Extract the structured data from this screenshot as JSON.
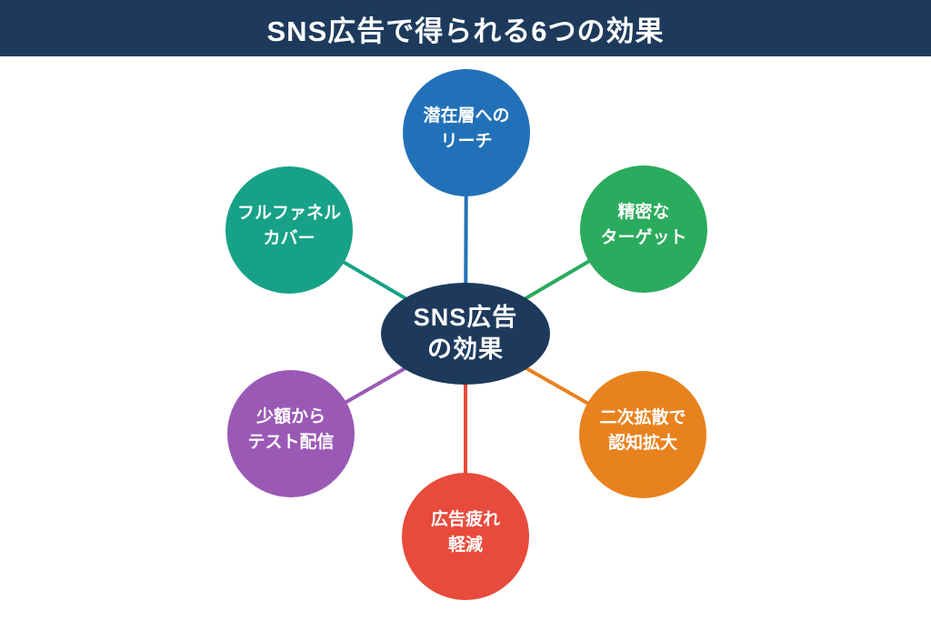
{
  "header": {
    "title": "SNS広告で得られる6つの効果",
    "bg_color": "#1d3a5c",
    "text_color": "#ffffff"
  },
  "center": {
    "label": "SNS広告\nの効果",
    "color": "#1d3a5c",
    "text_color": "#ffffff"
  },
  "nodes": [
    {
      "id": "reach",
      "label": "潜在層への\nリーチ",
      "color": "#2271b8",
      "position": "top"
    },
    {
      "id": "target",
      "label": "精密な\nターゲット",
      "color": "#2bab5d",
      "position": "top-right"
    },
    {
      "id": "viral",
      "label": "二次拡散で\n認知拡大",
      "color": "#e8821e",
      "position": "bottom-right"
    },
    {
      "id": "fatigue",
      "label": "広告疲れ\n軽減",
      "color": "#e84b3c",
      "position": "bottom"
    },
    {
      "id": "budget",
      "label": "少額から\nテスト配信",
      "color": "#9b59b6",
      "position": "bottom-left"
    },
    {
      "id": "funnel",
      "label": "フルファネル\nカバー",
      "color": "#17a287",
      "position": "top-left"
    }
  ]
}
